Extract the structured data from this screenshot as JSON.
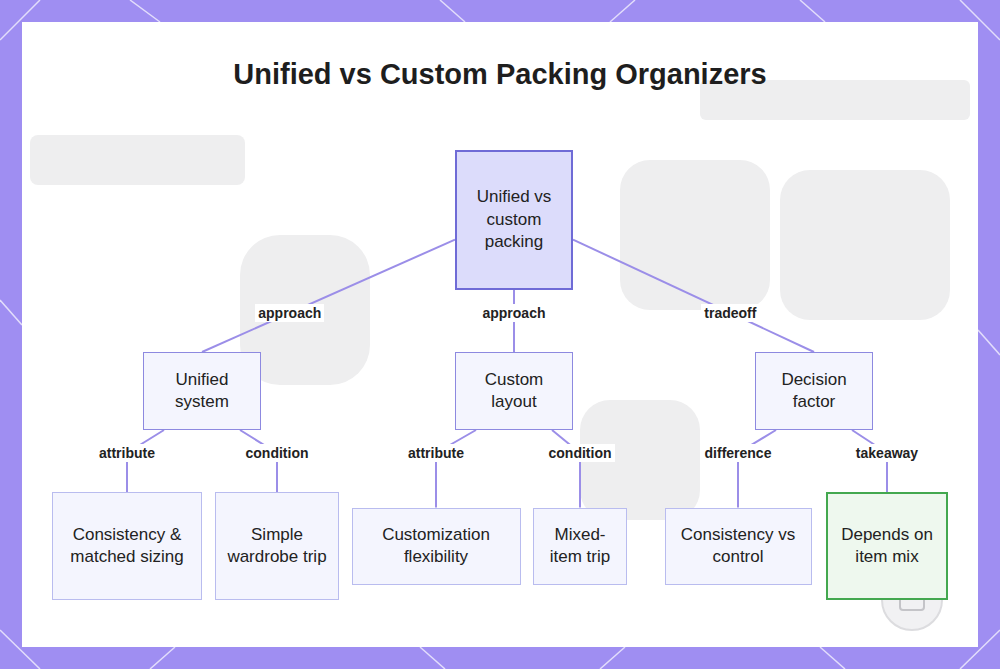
{
  "diagram": {
    "title": "Unified vs Custom Packing Organizers",
    "nodes": [
      {
        "text": [
          "Unified vs custom packing"
        ]
      },
      {
        "text": [
          "Unified system"
        ]
      },
      {
        "text": [
          "Custom layout"
        ]
      },
      {
        "text": [
          "Decision factor"
        ]
      },
      {
        "text": [
          "Consistency & matched sizing"
        ]
      },
      {
        "text": [
          "Simple wardrobe trip"
        ]
      },
      {
        "text": [
          "Customization flexibility"
        ]
      },
      {
        "text": [
          "Mixed-item trip"
        ]
      },
      {
        "text": [
          "Consistency vs control"
        ]
      },
      {
        "text": [
          "Depends on item mix"
        ]
      }
    ],
    "edges": [
      {
        "from": 0,
        "to": 1,
        "label": "approach",
        "arrow": "none"
      },
      {
        "from": 0,
        "to": 2,
        "label": "approach",
        "arrow": "none"
      },
      {
        "from": 0,
        "to": 3,
        "label": "tradeoff",
        "arrow": "none"
      },
      {
        "from": 1,
        "to": 4,
        "label": "attribute",
        "arrow": "none"
      },
      {
        "from": 1,
        "to": 5,
        "label": "condition",
        "arrow": "none"
      },
      {
        "from": 2,
        "to": 6,
        "label": "attribute",
        "arrow": "none"
      },
      {
        "from": 2,
        "to": 7,
        "label": "condition",
        "arrow": "none"
      },
      {
        "from": 3,
        "to": 8,
        "label": "difference",
        "arrow": "none"
      },
      {
        "from": 3,
        "to": 9,
        "label": "takeaway",
        "arrow": "none"
      }
    ]
  }
}
